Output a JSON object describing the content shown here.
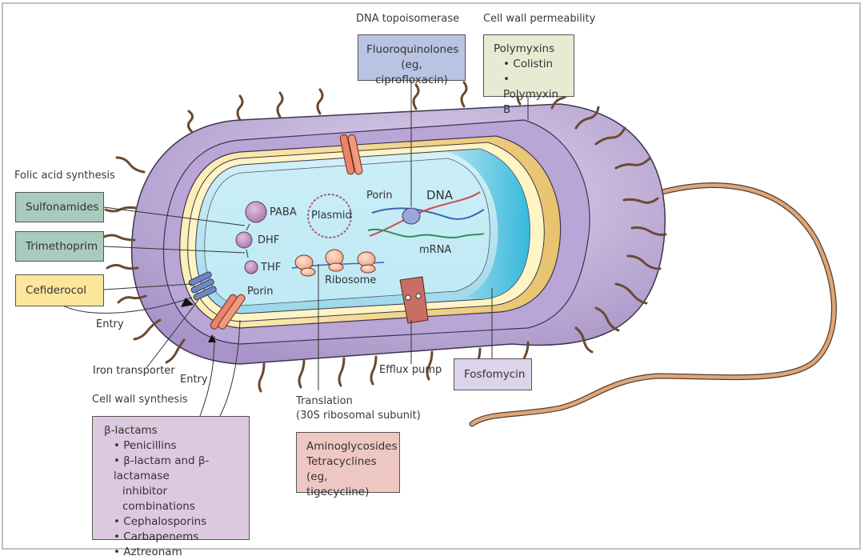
{
  "colors": {
    "frame": "#b9c4c4",
    "folic_box": "#a9cbbd",
    "cefiderocol_box": "#fbe69c",
    "fluoro_box": "#b9c3e2",
    "polymyxin_box": "#e5ecd2",
    "betalactam_box": "#dcc8df",
    "fosfomycin_box": "#ddd3ea",
    "aminoglycoside_box": "#efc7c2",
    "outer_membrane": "#c8b8de",
    "cell_wall": "#f6dc8e",
    "cytoplasm": "#bfe7f2",
    "flagellum": "#d9a77a"
  },
  "headings": {
    "folic_acid": "Folic acid synthesis",
    "dna_topo": "DNA topoisomerase",
    "cell_wall_perm": "Cell wall permeability",
    "cell_wall_synth": "Cell wall synthesis",
    "translation": "Translation",
    "translation_sub": "(30S ribosomal subunit)"
  },
  "boxes": {
    "sulfonamides": "Sulfonamides",
    "trimethoprim": "Trimethoprim",
    "cefiderocol": "Cefiderocol",
    "fluoroquinolones": {
      "line1": "Fluoroquinolones",
      "line2": "(eg, ciprofloxacin)"
    },
    "polymyxins": {
      "title": "Polymyxins",
      "items": [
        "Colistin",
        "Polymyxin B"
      ]
    },
    "betalactams": {
      "title": "β-lactams",
      "items": [
        "Penicillins",
        "β-lactam and β-lactamase",
        "inhibitor combinations",
        "Cephalosporins",
        "Carbapenems",
        "Aztreonam"
      ]
    },
    "fosfomycin": "Fosfomycin",
    "aminoglycosides": {
      "line1": "Aminoglycosides",
      "line2": "Tetracyclines",
      "line3": "(eg, tigecycline)"
    }
  },
  "structure_labels": {
    "paba": "PABA",
    "dhf": "DHF",
    "thf": "THF",
    "plasmid": "Plasmid",
    "porin_top": "Porin",
    "porin_left": "Porin",
    "dna": "DNA",
    "mrna": "mRNA",
    "ribosome": "Ribosome",
    "entry_1": "Entry",
    "entry_2": "Entry",
    "iron_transporter": "Iron transporter",
    "efflux_pump": "Efflux pump"
  }
}
